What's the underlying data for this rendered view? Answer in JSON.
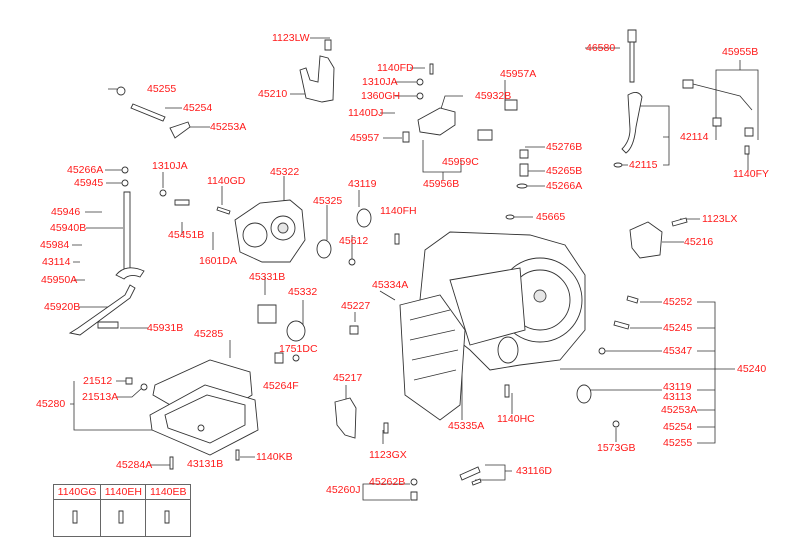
{
  "labels": [
    "1123LW",
    "45210",
    "1140FD",
    "1310JA",
    "1360GH",
    "1140DJ",
    "45957",
    "45957A",
    "45932B",
    "45959C",
    "45956B",
    "45255",
    "45254",
    "45253A",
    "45266A",
    "45945",
    "1310JA",
    "1140GD",
    "45322",
    "43119",
    "45325",
    "1140FH",
    "45946",
    "45940B",
    "45451B",
    "45612",
    "45984",
    "1601DA",
    "43114",
    "45950A",
    "45331B",
    "45332",
    "45334A",
    "45920B",
    "45227",
    "45931B",
    "45285",
    "1751DC",
    "21512",
    "21513A",
    "45280",
    "45264F",
    "45217",
    "43131B",
    "1140KB",
    "45284A",
    "1123GX",
    "45262B",
    "45260J",
    "43116D",
    "45335A",
    "1140HC",
    "1573GB",
    "45665",
    "45276B",
    "45265B",
    "45266A",
    "46580",
    "45955B",
    "42114",
    "42115",
    "1140FY",
    "1123LX",
    "45216",
    "45252",
    "45245",
    "45347",
    "45240",
    "43119",
    "43113",
    "45253A",
    "45254",
    "45255"
  ],
  "bolt_table": {
    "columns": [
      "1140GG",
      "1140EH",
      "1140EB"
    ]
  },
  "colors": {
    "label": "#ff1a1a",
    "line": "#333333"
  }
}
